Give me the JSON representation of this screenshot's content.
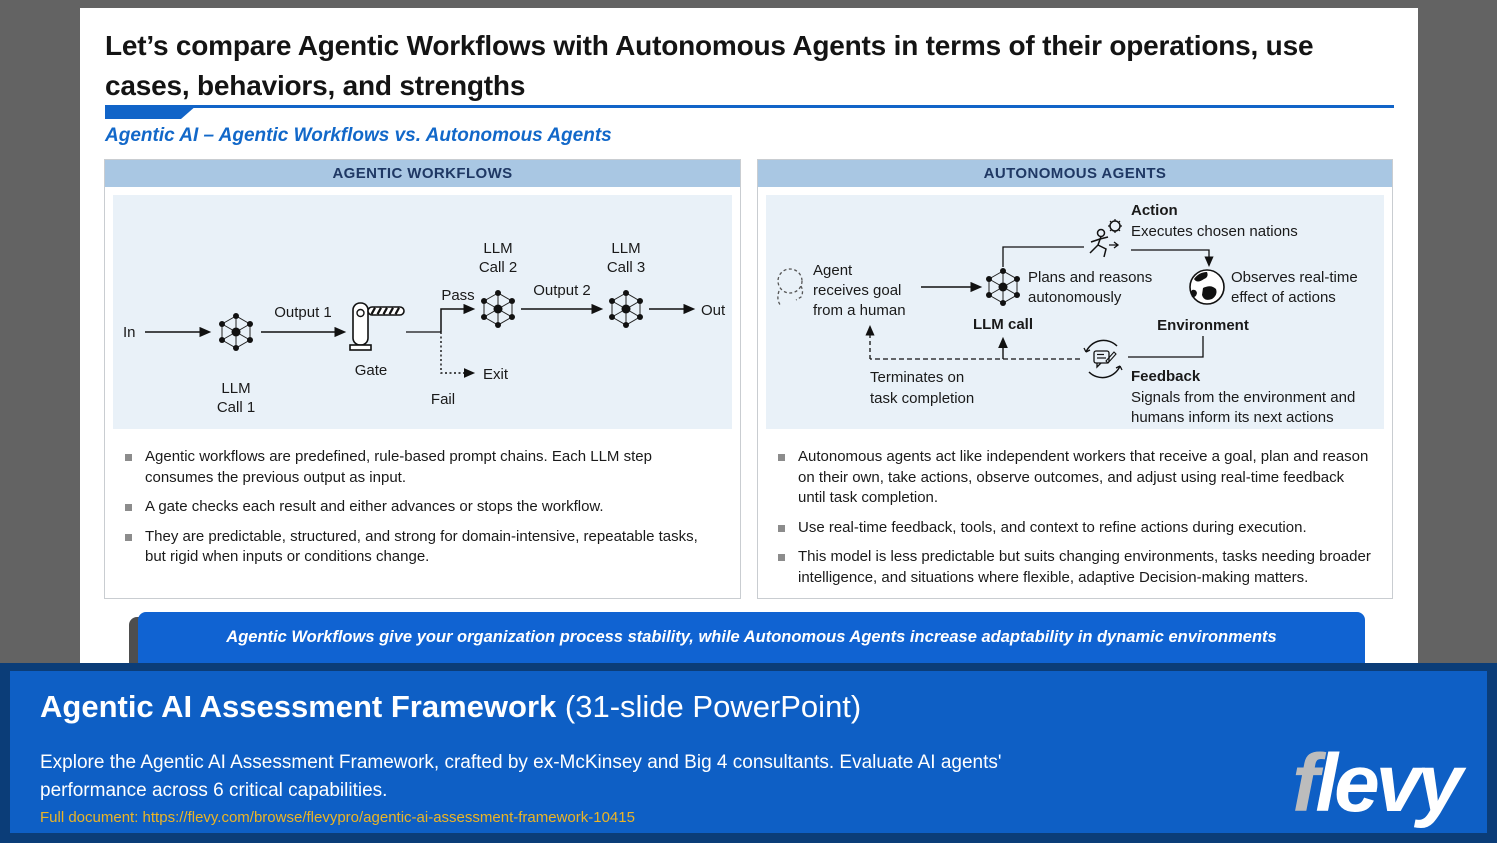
{
  "slide": {
    "title": "Let’s compare Agentic Workflows with Autonomous Agents in terms of their operations, use cases, behaviors, and strengths",
    "subtitle": "Agentic AI – Agentic Workflows vs. Autonomous Agents",
    "left_panel": {
      "header": "AGENTIC WORKFLOWS",
      "diagram": {
        "in": "In",
        "llm1_line1": "LLM",
        "llm1_line2": "Call 1",
        "output1": "Output 1",
        "gate": "Gate",
        "pass": "Pass",
        "fail": "Fail",
        "exit": "Exit",
        "llm2_line1": "LLM",
        "llm2_line2": "Call 2",
        "output2": "Output 2",
        "llm3_line1": "LLM",
        "llm3_line2": "Call 3",
        "out": "Out"
      },
      "bullets": [
        "Agentic workflows are predefined, rule-based prompt chains. Each LLM step consumes the previous output as input.",
        "A gate checks each result and either advances or stops the workflow.",
        "They are predictable, structured, and strong for domain-intensive, repeatable tasks, but rigid when inputs or conditions change."
      ]
    },
    "right_panel": {
      "header": "AUTONOMOUS AGENTS",
      "diagram": {
        "agent_line1": "Agent",
        "agent_line2": "receives goal",
        "agent_line3": "from a human",
        "plans_line1": "Plans and reasons",
        "plans_line2": "autonomously",
        "llm_call": "LLM call",
        "action_title": "Action",
        "action_desc": "Executes chosen nations",
        "observes_line1": "Observes real-time",
        "observes_line2": "effect of actions",
        "environment": "Environment",
        "feedback_title": "Feedback",
        "feedback_line1": "Signals from the environment and",
        "feedback_line2": "humans inform its next actions",
        "terminates_line1": "Terminates on",
        "terminates_line2": "task completion"
      },
      "bullets": [
        "Autonomous agents act like independent workers that receive a goal, plan and reason on their own, take actions, observe outcomes, and adjust using real-time feedback until task completion.",
        "Use real-time feedback, tools, and context to refine actions during execution.",
        "This model is less predictable but suits changing environments, tasks needing broader intelligence, and situations where flexible, adaptive Decision-making matters."
      ]
    },
    "summary": "Agentic Workflows give your organization process stability, while Autonomous Agents increase adaptability in dynamic environments"
  },
  "footer": {
    "title": "Agentic AI Assessment Framework",
    "title_suffix": " (31-slide PowerPoint)",
    "description": "Explore the Agentic AI Assessment Framework, crafted by ex-McKinsey and Big 4 consultants. Evaluate AI agents' performance across 6 critical capabilities.",
    "link": "Full document: https://flevy.com/browse/flevypro/agentic-ai-assessment-framework-10415",
    "logo_f": "f",
    "logo_rest": "levy"
  },
  "colors": {
    "accent_blue": "#1164C8",
    "subtitle_blue": "#1268C9",
    "panel_header_bg": "#A9C7E3",
    "panel_header_text": "#1F3864",
    "diagram_bg": "#E9F1F8",
    "summary_banner_blue": "#1063D2",
    "footer_blue": "#0E5FC5",
    "footer_border_navy": "#0B3D78",
    "link_yellow": "#EBB426",
    "background_gray": "#636363"
  }
}
